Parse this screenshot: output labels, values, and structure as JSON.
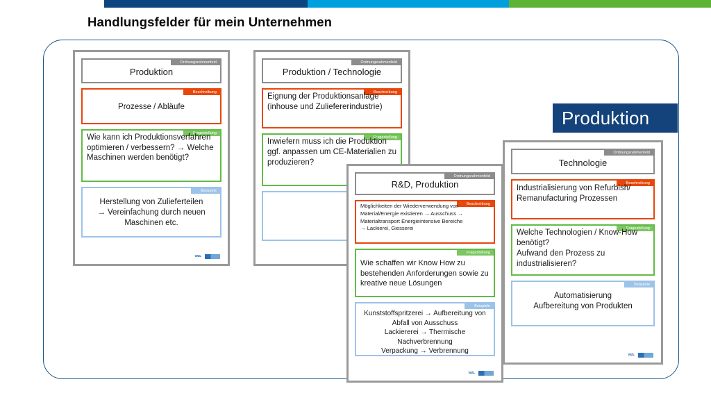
{
  "slide": {
    "title": "Handlungsfelder für mein Unternehmen",
    "banner_label": "Produktion",
    "colors": {
      "bar_navy": "#0d457f",
      "bar_cyan": "#00a0df",
      "bar_green": "#5cb335",
      "frame_border": "#17558c",
      "banner_bg": "#14427a",
      "field_frame": "#8c8c8c",
      "field_description": "#e8470c",
      "field_question": "#62bb46",
      "field_example": "#9cc3e8"
    }
  },
  "topbar": {
    "segments": [
      {
        "name": "navy",
        "color": "#0d457f"
      },
      {
        "name": "cyan",
        "color": "#00a0df"
      },
      {
        "name": "green",
        "color": "#5cb335"
      }
    ]
  },
  "field_labels": {
    "frame": "Ordnungsrahmenfeld",
    "description": "Beschreibung",
    "question": "Fragestellung",
    "example": "Beispiele"
  },
  "logo": {
    "mark_a": "WZL",
    "mark_b": "RWTH"
  },
  "cards": [
    {
      "id": "card-1",
      "frame": "Produktion",
      "description": "Prozesse / Abläufe",
      "question": "Wie kann ich Produktionsverfahren optimieren / verbessern? → Welche Maschinen werden benötigt?",
      "example": "Herstellung von Zulieferteilen\n→ Vereinfachung durch neuen Maschinen etc."
    },
    {
      "id": "card-2",
      "frame": "Produktion / Technologie",
      "description": "Eignung der Produktionsanlage (inhouse und Zuliefererindustrie)",
      "question": "Inwiefern muss ich die Produktion ggf. anpassen um CE-Materialien zu produzieren?",
      "example": ""
    },
    {
      "id": "card-3",
      "frame": "R&D, Produktion",
      "description": "Möglichkeiten der Wiederverwendung von Material/Energie existieren → Ausschuss → Materialtransport Energieintensive Bereiche\n→ Lackierei, Giesserei",
      "question": "Wie schaffen wir Know How zu bestehenden Anforderungen sowie zu kreative neue Lösungen",
      "example": "Kunststoffspritzerei → Aufbereitung von Abfall von Ausschuss\nLackiererei → Thermische Nachverbrennung\nVerpackung → Verbrennung"
    },
    {
      "id": "card-4",
      "frame": "Technologie",
      "description": "Industrialisierung von Refurbish/ Remanufacturing Prozessen",
      "question": "Welche Technologien / Know-How benötigt?\nAufwand den Prozess zu industrialisieren?",
      "example": "Automatisierung\nAufbereitung von Produkten"
    }
  ]
}
